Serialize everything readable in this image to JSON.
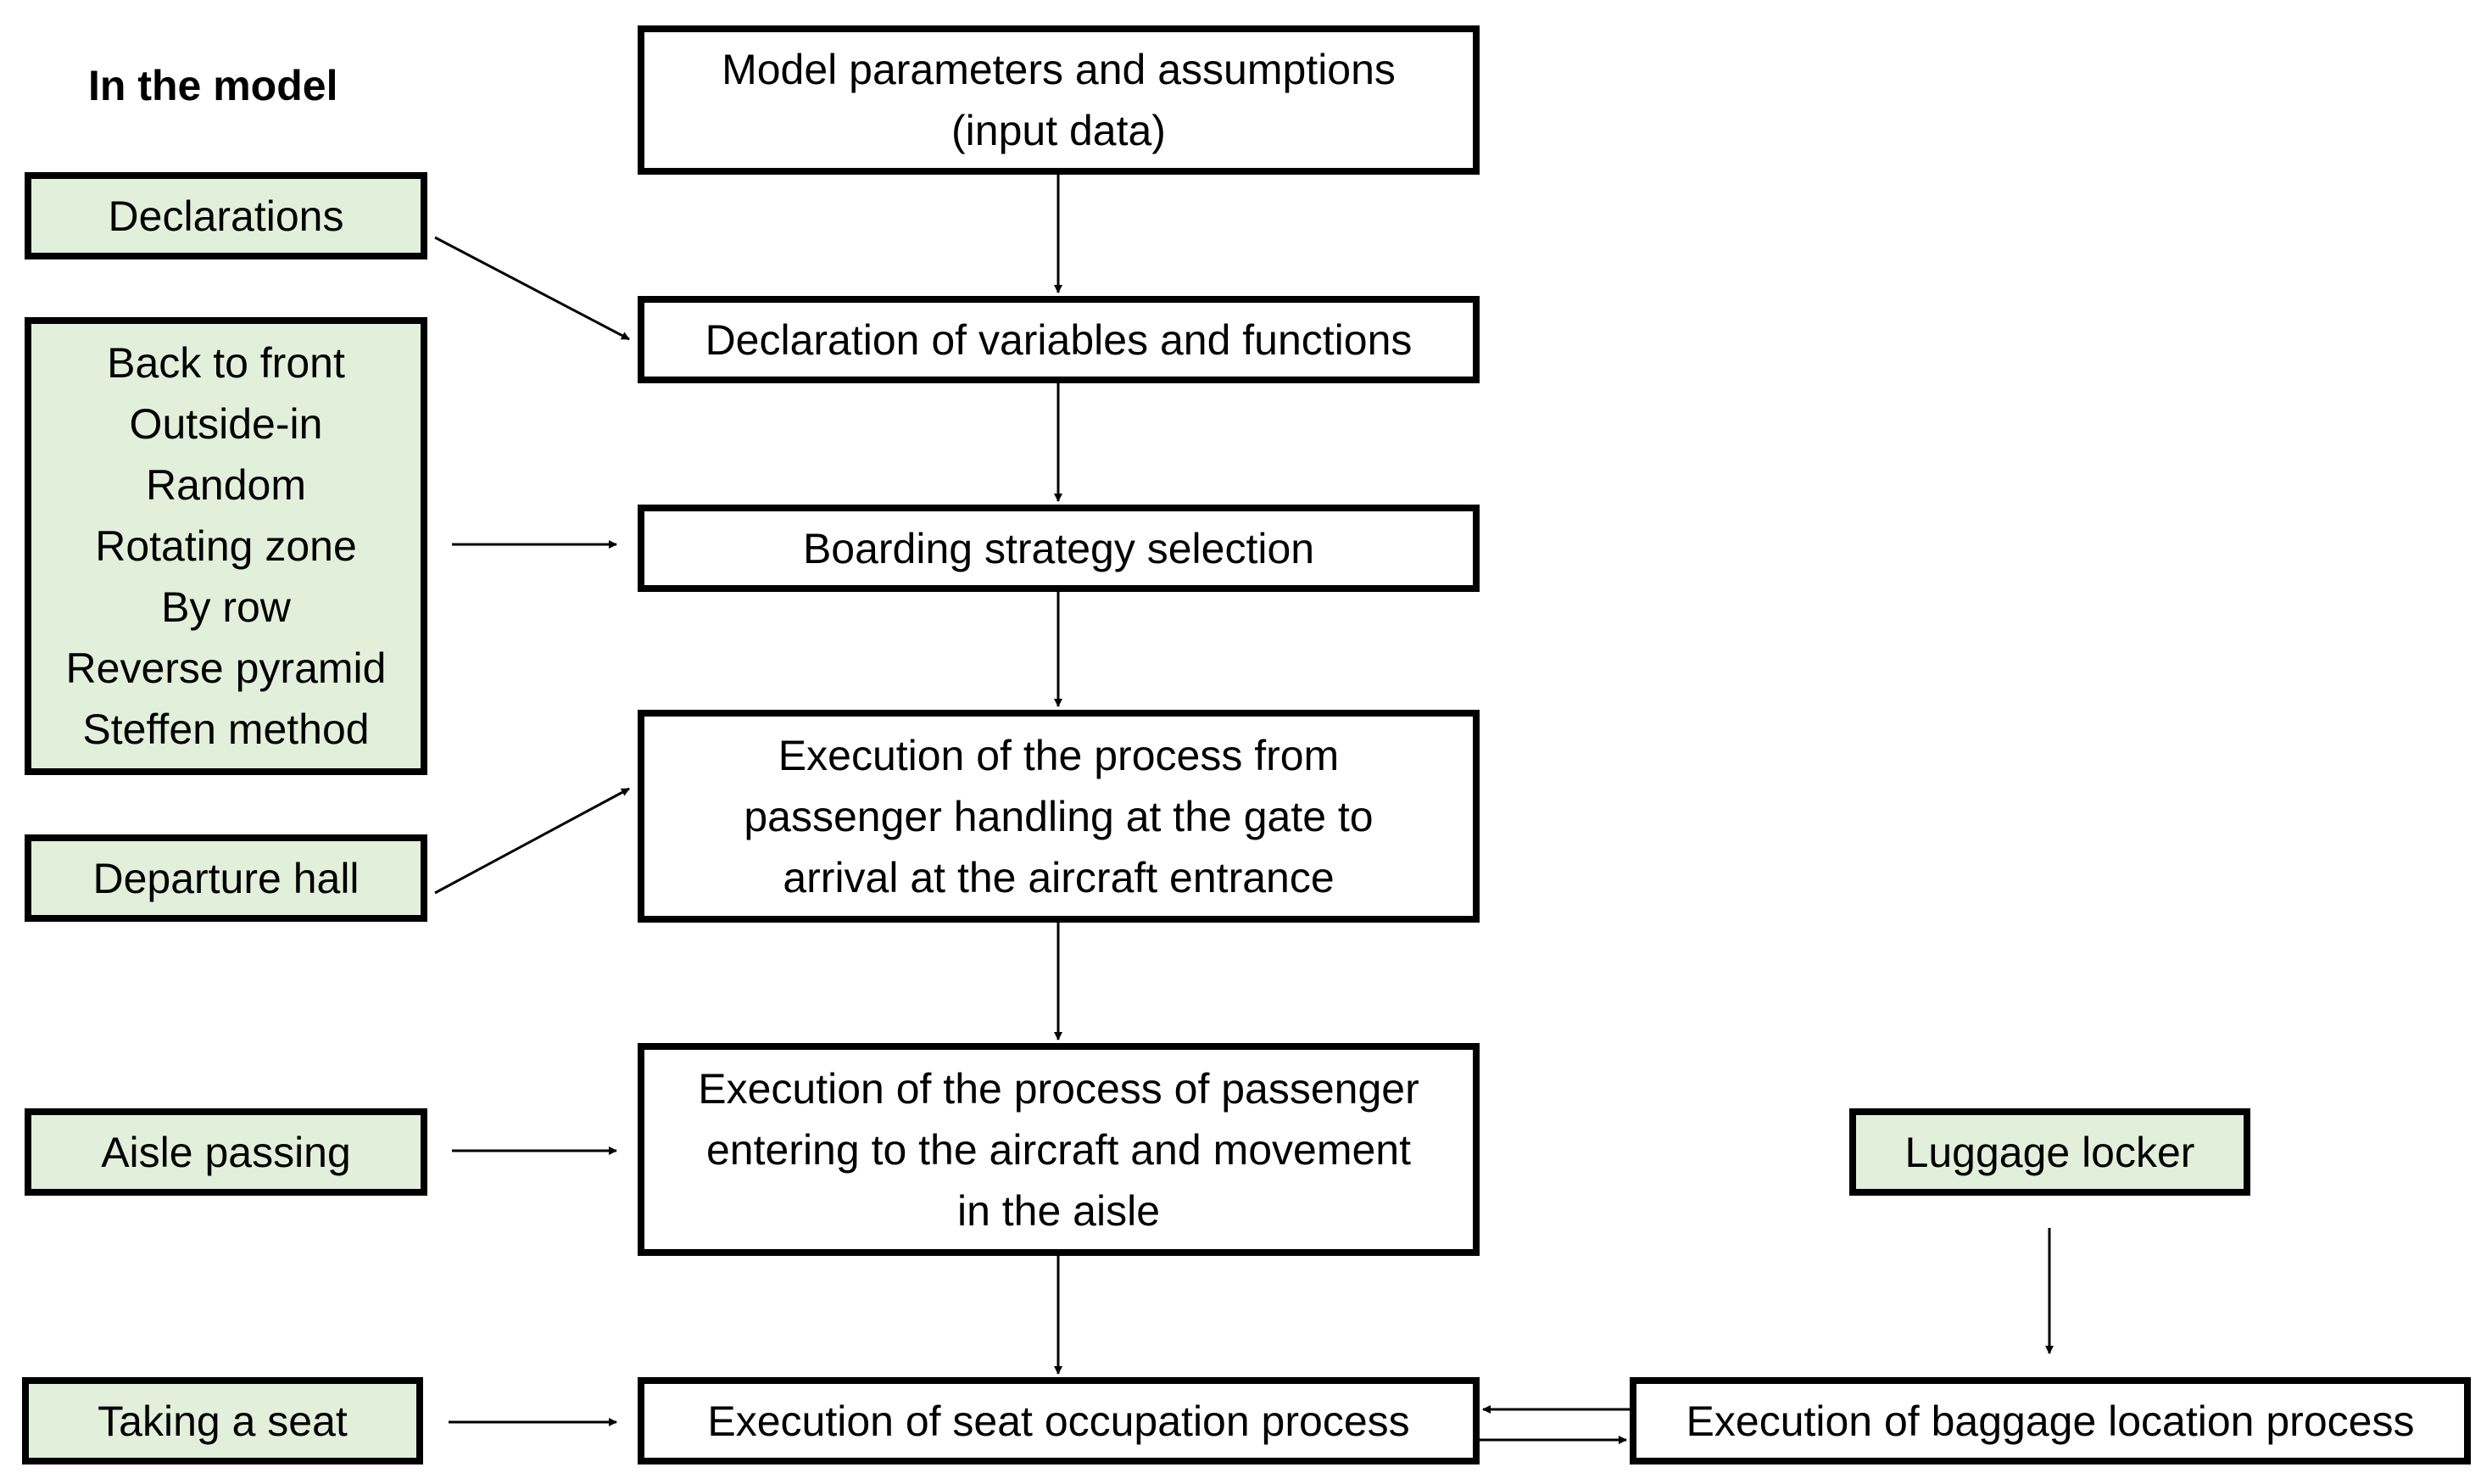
{
  "heading": "In the model",
  "colors": {
    "green_fill": "#e2efda",
    "border": "#000000",
    "background": "#ffffff"
  },
  "main_flow": [
    {
      "id": "input",
      "lines": [
        "Model parameters and assumptions",
        "(input data)"
      ]
    },
    {
      "id": "declaration",
      "lines": [
        "Declaration of variables and functions"
      ]
    },
    {
      "id": "strategy",
      "lines": [
        "Boarding strategy selection"
      ]
    },
    {
      "id": "gate",
      "lines": [
        "Execution of the process from",
        "passenger handling at the gate to",
        "arrival at the aircraft entrance"
      ]
    },
    {
      "id": "aisle",
      "lines": [
        "Execution of the process of passenger",
        "entering to the aircraft and movement",
        "in the aisle"
      ]
    },
    {
      "id": "seat",
      "lines": [
        "Execution of seat occupation process"
      ]
    }
  ],
  "side_blocks": [
    {
      "id": "declarations",
      "lines": [
        "Declarations"
      ]
    },
    {
      "id": "strategies",
      "lines": [
        "Back to front",
        "Outside-in",
        "Random",
        "Rotating zone",
        "By row",
        "Reverse pyramid",
        "Steffen method"
      ]
    },
    {
      "id": "departure",
      "lines": [
        "Departure hall"
      ]
    },
    {
      "id": "aisle-passing",
      "lines": [
        "Aisle passing"
      ]
    },
    {
      "id": "taking-seat",
      "lines": [
        "Taking a seat"
      ]
    }
  ],
  "baggage_blocks": [
    {
      "id": "luggage",
      "lines": [
        "Luggage locker"
      ]
    },
    {
      "id": "baggage",
      "lines": [
        "Execution of baggage location process"
      ]
    }
  ]
}
